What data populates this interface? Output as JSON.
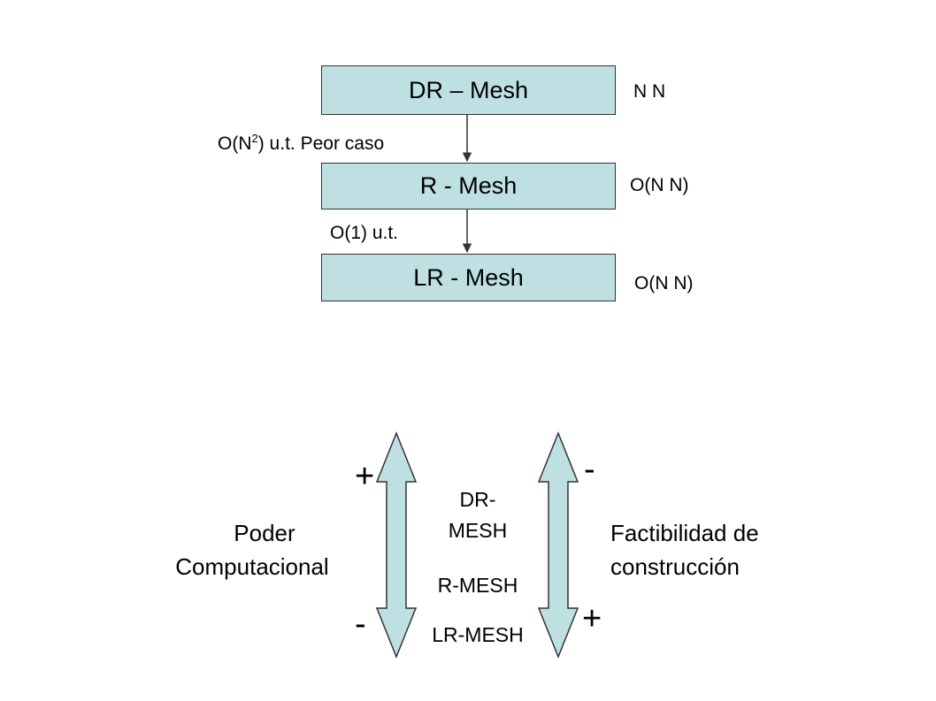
{
  "diagram": {
    "boxes": [
      {
        "id": "dr",
        "label": "DR – Mesh",
        "complexity": "N  N"
      },
      {
        "id": "r",
        "label": "R - Mesh",
        "complexity": "O(N  N)"
      },
      {
        "id": "lr",
        "label": "LR - Mesh",
        "complexity": "O(N  N)"
      }
    ],
    "transition1": {
      "prefix": "O(N",
      "sup": "2",
      "suffix": ") u.t.  Peor caso"
    },
    "transition2": "O(1) u.t.",
    "colors": {
      "box_fill": "#bfe0e3",
      "arrow_fill": "#bfe0e3",
      "stroke": "#333333"
    }
  },
  "comparison": {
    "left_label_line1": "Poder",
    "left_label_line2": "Computacional",
    "left_top_sign": "+",
    "left_bottom_sign": "-",
    "center_items": [
      "DR-",
      "MESH",
      "R-MESH",
      "LR-MESH"
    ],
    "right_top_sign": "-",
    "right_bottom_sign": "+",
    "right_label_line1": "Factibilidad de",
    "right_label_line2": "construcción"
  }
}
